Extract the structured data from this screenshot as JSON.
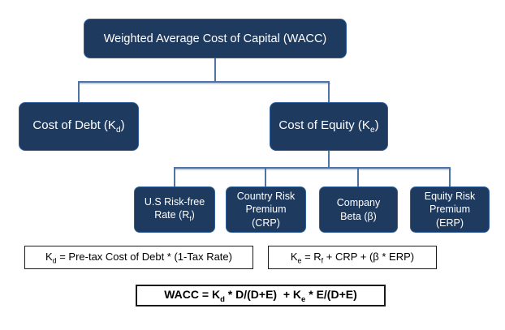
{
  "colors": {
    "background": "#ffffff",
    "box_fill": "#1f3a5f",
    "box_border": "#2f5e9e",
    "connector": "#4e74a6",
    "formula_border": "#1a1a1a",
    "formula_text": "#000000"
  },
  "nodes": {
    "root": {
      "parts": [
        {
          "t": "Weighted Average Cost of Capital (WACC)"
        }
      ]
    },
    "cost_of_debt": {
      "parts": [
        {
          "t": "Cost of Debt (K"
        },
        {
          "s": "d"
        },
        {
          "t": ")"
        }
      ]
    },
    "cost_of_equity": {
      "parts": [
        {
          "t": "Cost of Equity (K"
        },
        {
          "s": "e"
        },
        {
          "t": ")"
        }
      ]
    },
    "us_risk_free_rate": {
      "parts": [
        {
          "t": "U.S Risk-free Rate (R"
        },
        {
          "s": "f"
        },
        {
          "t": ")"
        }
      ]
    },
    "country_risk_premium": {
      "parts": [
        {
          "t": "Country Risk Premium (CRP)"
        }
      ]
    },
    "company_beta": {
      "parts": [
        {
          "t": "Company Beta (β)"
        }
      ]
    },
    "equity_risk_premium": {
      "parts": [
        {
          "t": "Equity Risk Premium (ERP)"
        }
      ]
    }
  },
  "formulas": {
    "cost_of_debt": {
      "parts": [
        {
          "t": "K"
        },
        {
          "s": "d"
        },
        {
          "t": " = Pre-tax Cost of Debt * (1-Tax Rate)"
        }
      ]
    },
    "cost_of_equity": {
      "parts": [
        {
          "t": "K"
        },
        {
          "s": "e"
        },
        {
          "t": " = R"
        },
        {
          "s": "f"
        },
        {
          "t": " + CRP + (β * ERP)"
        }
      ]
    },
    "wacc": {
      "parts": [
        {
          "t": "WACC = K"
        },
        {
          "s": "d"
        },
        {
          "t": " * D/(D+E)  + K"
        },
        {
          "s": "e"
        },
        {
          "t": " * E/(D+E)"
        }
      ]
    }
  }
}
